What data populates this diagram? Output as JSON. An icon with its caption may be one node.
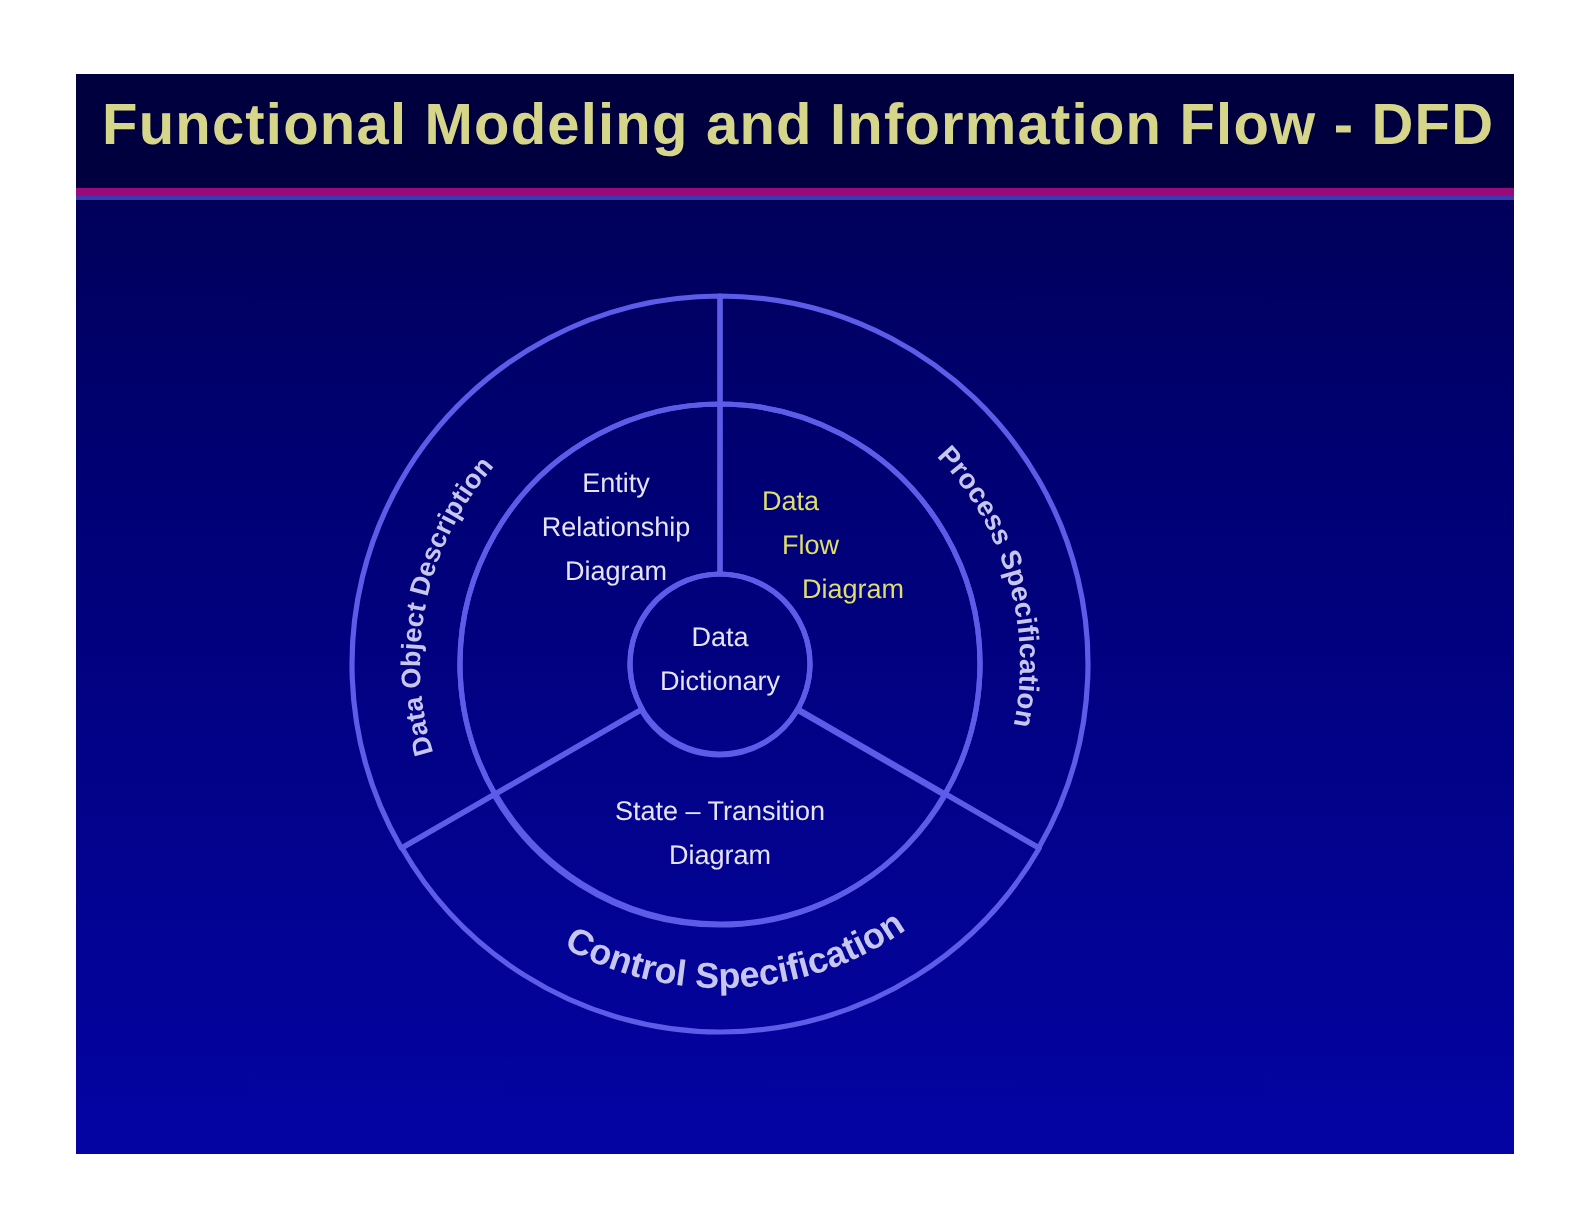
{
  "diagram": {
    "title": "Functional Modeling and Information Flow - DFD",
    "nodes": [
      {
        "text": [
          "Data Object Description"
        ]
      },
      {
        "text": [
          "Process Specification"
        ]
      },
      {
        "text": [
          "Entity Relationship Diagram"
        ]
      },
      {
        "text": [
          "Data Flow Diagram"
        ]
      },
      {
        "text": [
          "Data Dictionary"
        ]
      },
      {
        "text": [
          "State – Transition Diagram"
        ]
      },
      {
        "text": [
          "Control Specification"
        ]
      }
    ]
  }
}
